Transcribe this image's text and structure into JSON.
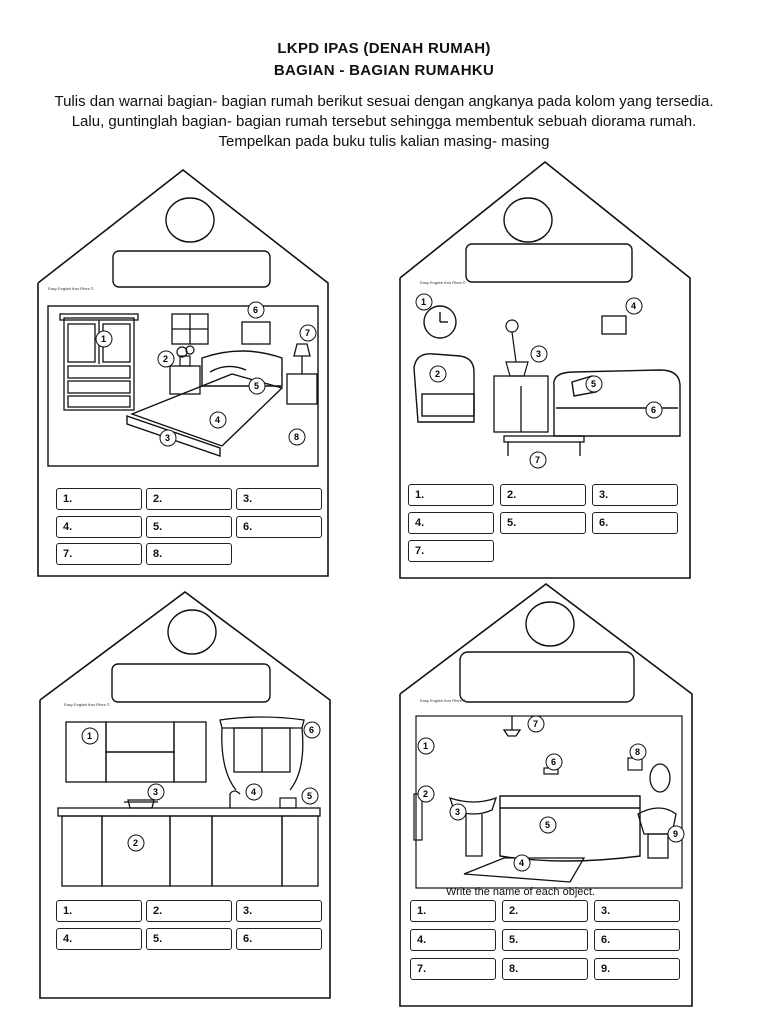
{
  "header": {
    "title_line1": "LKPD IPAS (DENAH RUMAH)",
    "title_line2": "BAGIAN - BAGIAN RUMAHKU",
    "instructions": "Tulis dan warnai bagian- bagian rumah berikut sesuai dengan angkanya pada kolom yang tersedia. Lalu, guntinglah bagian- bagian rumah tersebut sehingga membentuk sebuah diorama rumah. Tempelkan pada buku tulis kalian masing- masing"
  },
  "credit": "Easy English thru Rhes ©",
  "houses": [
    {
      "id": "bedroom",
      "fields": [
        "1.",
        "2.",
        "3.",
        "4.",
        "5.",
        "6.",
        "7.",
        "8."
      ],
      "markers": [
        "1",
        "2",
        "3",
        "4",
        "5",
        "6",
        "7",
        "8"
      ]
    },
    {
      "id": "living-room",
      "fields": [
        "1.",
        "2.",
        "3.",
        "4.",
        "5.",
        "6.",
        "7."
      ],
      "markers": [
        "1",
        "2",
        "3",
        "4",
        "5",
        "6",
        "7"
      ]
    },
    {
      "id": "kitchen",
      "fields": [
        "1.",
        "2.",
        "3.",
        "4.",
        "5.",
        "6."
      ],
      "markers": [
        "1",
        "2",
        "3",
        "4",
        "5",
        "6"
      ]
    },
    {
      "id": "bathroom",
      "caption": "Write the name of each object.",
      "fields": [
        "1.",
        "2.",
        "3.",
        "4.",
        "5.",
        "6.",
        "7.",
        "8.",
        "9."
      ],
      "markers": [
        "1",
        "2",
        "3",
        "4",
        "5",
        "6",
        "7",
        "8",
        "9"
      ]
    }
  ]
}
